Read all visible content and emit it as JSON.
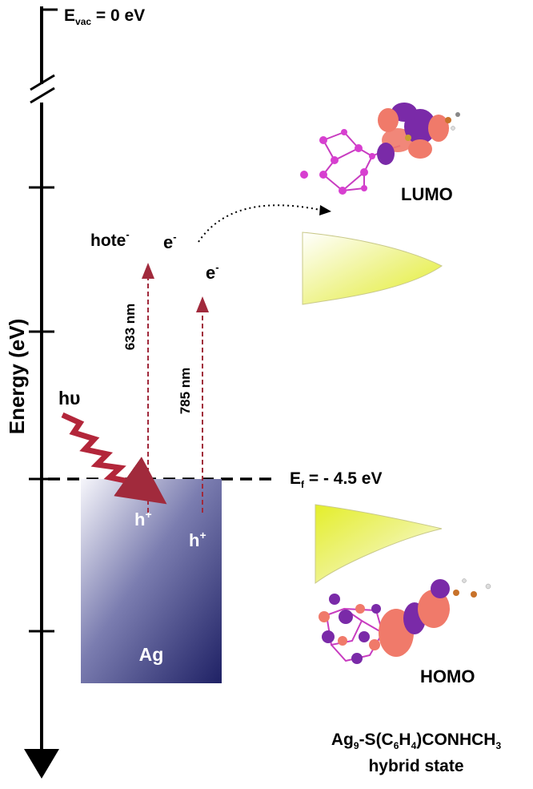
{
  "energy_axis": {
    "label": "Energy (eV)",
    "vacuum_label": {
      "main": "E",
      "sub": "vac",
      "rest": " = 0 eV"
    },
    "fermi_label": {
      "main": "E",
      "sub": "f",
      "rest": " = - 4.5 eV"
    }
  },
  "metal": {
    "name": "Ag",
    "holes": [
      {
        "base": "h",
        "sup": "+"
      },
      {
        "base": "h",
        "sup": "+"
      }
    ]
  },
  "photon": {
    "label": "hυ"
  },
  "excitations": [
    {
      "wavelength": "633 nm",
      "electron": {
        "prefix": "hot",
        "base": "e",
        "sup": "-"
      }
    },
    {
      "wavelength": "785 nm",
      "electron": {
        "prefix": "",
        "base": "e",
        "sup": "-"
      }
    }
  ],
  "transfer_electron": {
    "base": "e",
    "sup": "-"
  },
  "orbitals": {
    "lumo": "LUMO",
    "homo": "HOMO"
  },
  "hybrid": {
    "formula": [
      {
        "t": "Ag",
        "sub": false
      },
      {
        "t": "9",
        "sub": true
      },
      {
        "t": "-S(C",
        "sub": false
      },
      {
        "t": "6",
        "sub": true
      },
      {
        "t": "H",
        "sub": false
      },
      {
        "t": "4",
        "sub": true
      },
      {
        "t": ")CONHCH",
        "sub": false
      },
      {
        "t": "3",
        "sub": true
      }
    ],
    "caption": "hybrid state"
  },
  "colors": {
    "axis": "#000000",
    "ag_light": "#f4f4fa",
    "ag_dark": "#2a2c6e",
    "arrow": "#a12a3c",
    "dos_fill": "#e8f040",
    "orbital_pink": "#f07a6a",
    "orbital_purple": "#7a2aa8",
    "atom_magenta": "#d73fd0"
  }
}
